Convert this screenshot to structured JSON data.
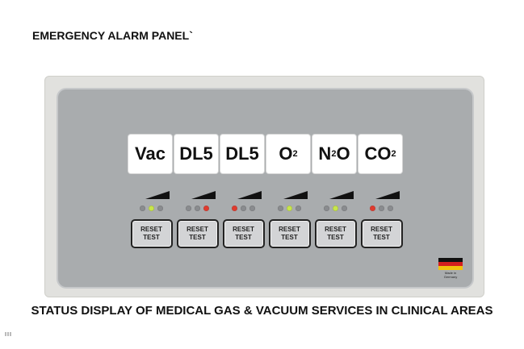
{
  "title": "EMERGENCY ALARM PANEL`",
  "caption": "STATUS DISPLAY OF MEDICAL GAS & VACUUM SERVICES IN CLINICAL AREAS",
  "colors": {
    "led_off": "#8a8c8f",
    "led_red": "#e03b2e",
    "led_green": "#c8e64a",
    "panel": "#a9acae"
  },
  "channels": [
    {
      "label": "Vac",
      "sub": "",
      "label2": "",
      "leds": [
        "off",
        "green",
        "off"
      ],
      "btn1": "RESET",
      "btn2": "TEST"
    },
    {
      "label": "DL5",
      "sub": "",
      "label2": "",
      "leds": [
        "off",
        "off",
        "red"
      ],
      "btn1": "RESET",
      "btn2": "TEST"
    },
    {
      "label": "DL5",
      "sub": "",
      "label2": "",
      "leds": [
        "red",
        "off",
        "off"
      ],
      "btn1": "RESET",
      "btn2": "TEST"
    },
    {
      "label": "O",
      "sub": "2",
      "label2": "",
      "leds": [
        "off",
        "green",
        "off"
      ],
      "btn1": "RESET",
      "btn2": "TEST"
    },
    {
      "label": "N",
      "sub": "2",
      "label2": "O",
      "leds": [
        "off",
        "green",
        "off"
      ],
      "btn1": "RESET",
      "btn2": "TEST"
    },
    {
      "label": "CO",
      "sub": "2",
      "label2": "",
      "leds": [
        "red",
        "off",
        "off"
      ],
      "btn1": "RESET",
      "btn2": "TEST"
    }
  ],
  "flag": {
    "made_in": "Made in Germany",
    "stripes": [
      "#111111",
      "#d31f1f",
      "#f2c20e"
    ]
  }
}
